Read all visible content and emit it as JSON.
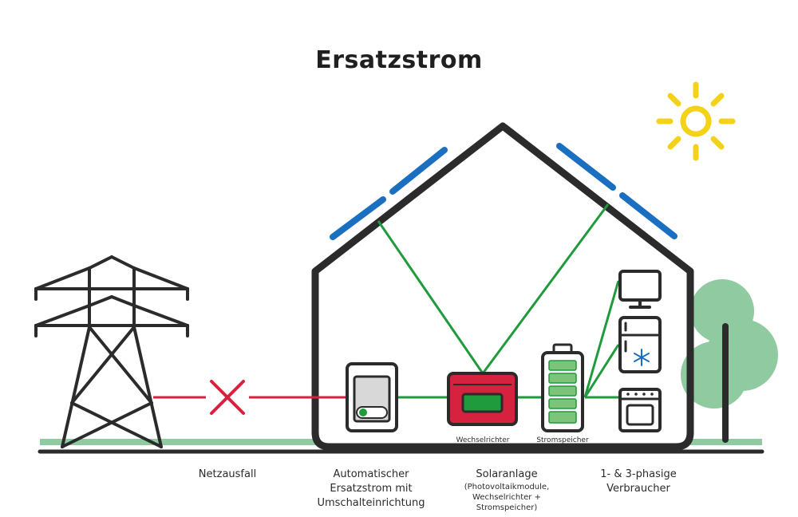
{
  "title": "Ersatzstrom",
  "component_labels": {
    "inverter": "Wechselrichter",
    "storage": "Stromspeicher"
  },
  "captions": {
    "grid": "Netzausfall",
    "switch": [
      "Automatischer",
      "Ersatzstrom mit",
      "Umschalteinrichtung"
    ],
    "solar": {
      "main": "Solaranlage",
      "detail": [
        "(Photovoltaikmodule,",
        "Wechselrichter + Stromspeicher)"
      ]
    },
    "consumers": [
      "1- & 3-phasige",
      "Verbraucher"
    ]
  },
  "icons": [
    "sun-icon",
    "solar-panel-icon",
    "power-pylon-icon",
    "grid-failure-x-icon",
    "transfer-switch-icon",
    "inverter-icon",
    "battery-icon",
    "monitor-icon",
    "fridge-icon",
    "snowflake-icon",
    "oven-icon",
    "tree-icon"
  ],
  "colors": {
    "outline": "#2b2b2b",
    "grid_line": "#d6223f",
    "solar_line": "#1f9a3c",
    "panel": "#1b6fc0",
    "sun": "#f5d21a",
    "ground": "#8fcaa0",
    "tree": "#8fcaa0",
    "inverter": "#d6223f",
    "switch_body": "#d8d8d8",
    "switch_knob": "#1f9a3c"
  }
}
